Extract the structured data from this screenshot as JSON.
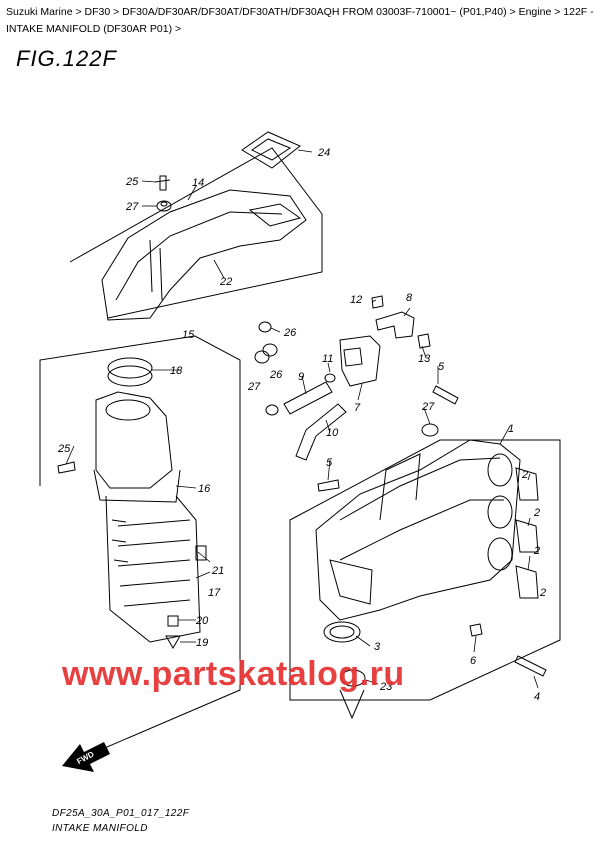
{
  "breadcrumb": {
    "items": [
      "Suzuki Marine",
      "DF30",
      "DF30A/DF30AR/DF30AT/DF30ATH/DF30AQH FROM 03003F-710001~ (P01,P40)",
      "Engine",
      "122F - INTAKE MANIFOLD (DF30AR P01)"
    ],
    "separator": " > ",
    "trailing": " >"
  },
  "figure": {
    "title": "FIG.122F",
    "code": "DF25A_30A_P01_017_122F",
    "caption": "INTAKE MANIFOLD"
  },
  "callouts": [
    "1",
    "2",
    "2",
    "2",
    "2",
    "3",
    "4",
    "5",
    "5",
    "6",
    "7",
    "8",
    "9",
    "10",
    "11",
    "12",
    "13",
    "14",
    "15",
    "16",
    "17",
    "18",
    "19",
    "20",
    "21",
    "22",
    "23",
    "24",
    "25",
    "25",
    "26",
    "26",
    "27",
    "27",
    "27"
  ],
  "fwd_label": "FWD",
  "watermark": "www.partskatalog.ru",
  "colors": {
    "line": "#000000",
    "watermark": "#e53030",
    "background": "#ffffff"
  }
}
